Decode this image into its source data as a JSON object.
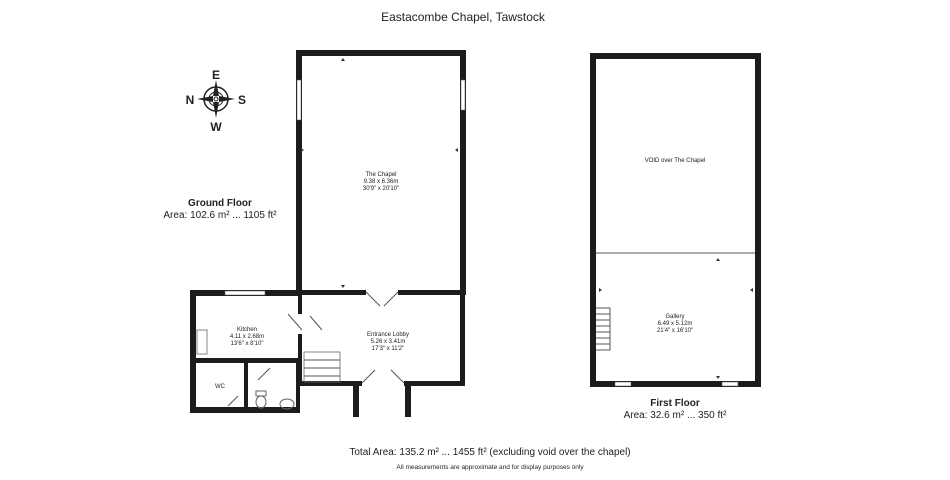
{
  "title": "Eastacombe Chapel, Tawstock",
  "compass": {
    "n": "N",
    "e": "E",
    "s": "S",
    "w": "W"
  },
  "ground_floor": {
    "label": "Ground Floor",
    "area": "Area: 102.6 m² ... 1105 ft²",
    "rooms": {
      "chapel": {
        "name": "The Chapel",
        "metric": "9.38 x 6.36m",
        "imperial": "30'9\" x 20'10\""
      },
      "kitchen": {
        "name": "Kitchen",
        "metric": "4.11 x 2.68m",
        "imperial": "13'6\" x 8'10\""
      },
      "lobby": {
        "name": "Entrance Lobby",
        "metric": "5.26 x 3.41m",
        "imperial": "17'3\" x 11'2\""
      },
      "wc": {
        "name": "WC"
      }
    }
  },
  "first_floor": {
    "label": "First Floor",
    "area": "Area: 32.6 m² ... 350 ft²",
    "rooms": {
      "void": {
        "name": "VOID over The Chapel"
      },
      "gallery": {
        "name": "Gallery",
        "metric": "6.49 x 5.12m",
        "imperial": "21'4\" x 16'10\""
      }
    }
  },
  "total_area": "Total Area: 135.2 m² ... 1455 ft² (excluding void over the chapel)",
  "disclaimer": "All measurements are approximate and for display purposes only"
}
